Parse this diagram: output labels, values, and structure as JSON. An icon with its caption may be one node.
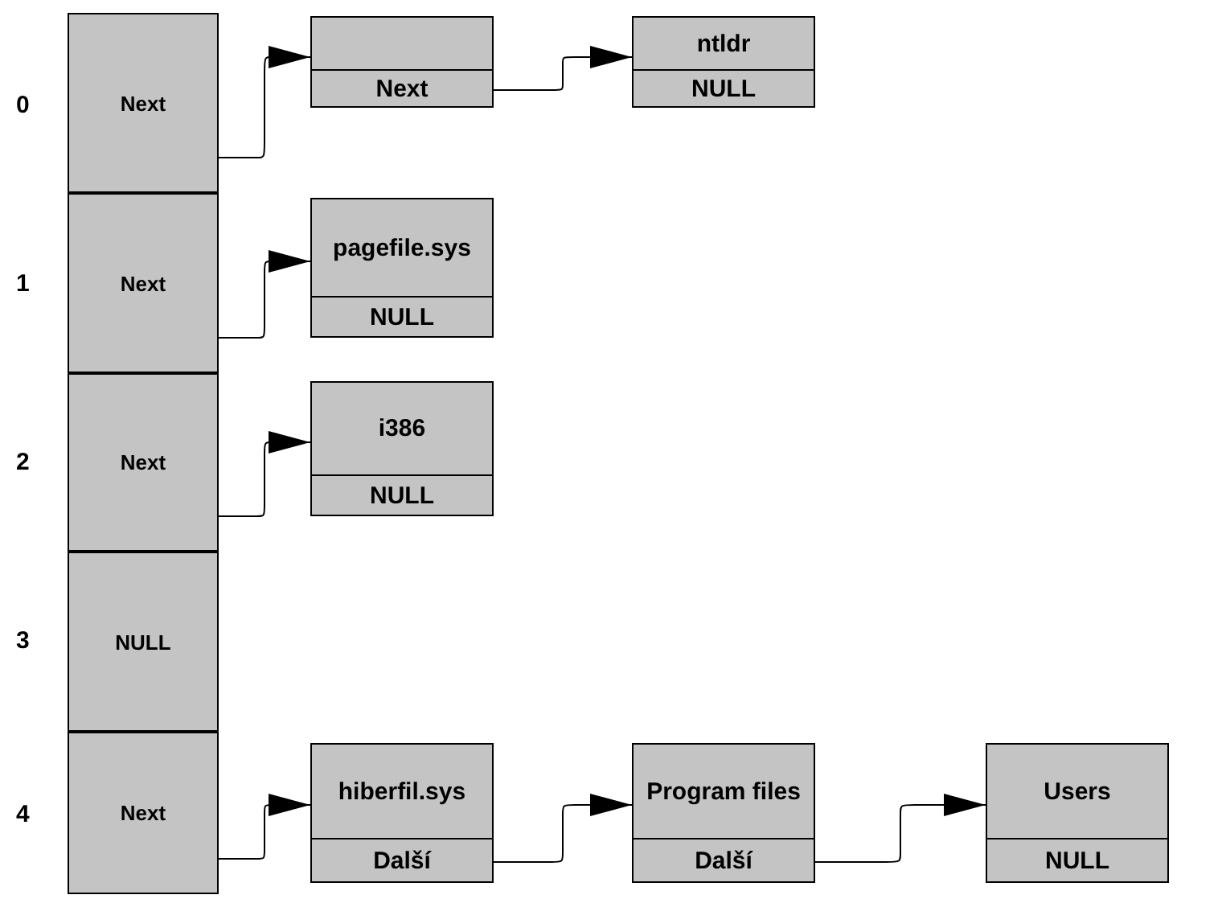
{
  "diagram": {
    "nodes": [
      {
        "text": [
          "Next"
        ]
      },
      {
        "text": [
          "Next"
        ]
      },
      {
        "text": [
          "Next"
        ]
      },
      {
        "text": [
          "NULL"
        ]
      },
      {
        "text": [
          "Next"
        ]
      },
      {
        "text": [
          "Next"
        ]
      },
      {
        "text": [
          "ntldr",
          "NULL"
        ]
      },
      {
        "text": [
          "pagefile.sys",
          "NULL"
        ]
      },
      {
        "text": [
          "i386",
          "NULL"
        ]
      },
      {
        "text": [
          "hiberfil.sys",
          "Další"
        ]
      },
      {
        "text": [
          "Program files",
          "Další"
        ]
      },
      {
        "text": [
          "Users",
          "NULL"
        ]
      }
    ],
    "edges": [
      {
        "from": 0,
        "to": 5,
        "arrow": "to"
      },
      {
        "from": 5,
        "to": 6,
        "arrow": "to"
      },
      {
        "from": 1,
        "to": 7,
        "arrow": "to"
      },
      {
        "from": 2,
        "to": 8,
        "arrow": "to"
      },
      {
        "from": 4,
        "to": 9,
        "arrow": "to"
      },
      {
        "from": 9,
        "to": 10,
        "arrow": "to"
      },
      {
        "from": 10,
        "to": 11,
        "arrow": "to"
      }
    ],
    "labels": [
      "0",
      "1",
      "2",
      "3",
      "4"
    ]
  }
}
